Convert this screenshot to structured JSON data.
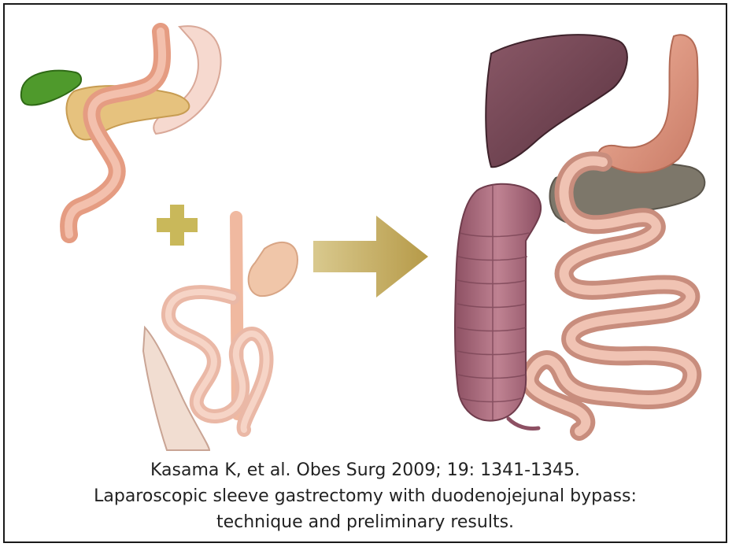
{
  "colors": {
    "frame_border": "#1a1a1a",
    "caption_text": "#222222",
    "plus_sign": "#c9b85a",
    "arrow_gold": "#c0a85a",
    "intestine_pink": "#eab8a6",
    "stomach_salmon": "#e59c82",
    "liver_purple": "#6b3f4c",
    "colon_mauve": "#a8677a",
    "pancreas_gray": "#7d776a",
    "gallbladder_green": "#4f9a2c"
  },
  "illustration": {
    "panels": [
      {
        "name": "preoperative-anatomy"
      },
      {
        "name": "resected-bowel-segment"
      },
      {
        "name": "postoperative-anatomy"
      }
    ],
    "symbols": [
      "plus-icon",
      "right-arrow-icon"
    ]
  },
  "caption": {
    "line1": "Kasama K, et al. Obes Surg 2009; 19: 1341-1345.",
    "line2": "Laparoscopic sleeve gastrectomy with duodenojejunal bypass:",
    "line3": "technique and preliminary results."
  }
}
